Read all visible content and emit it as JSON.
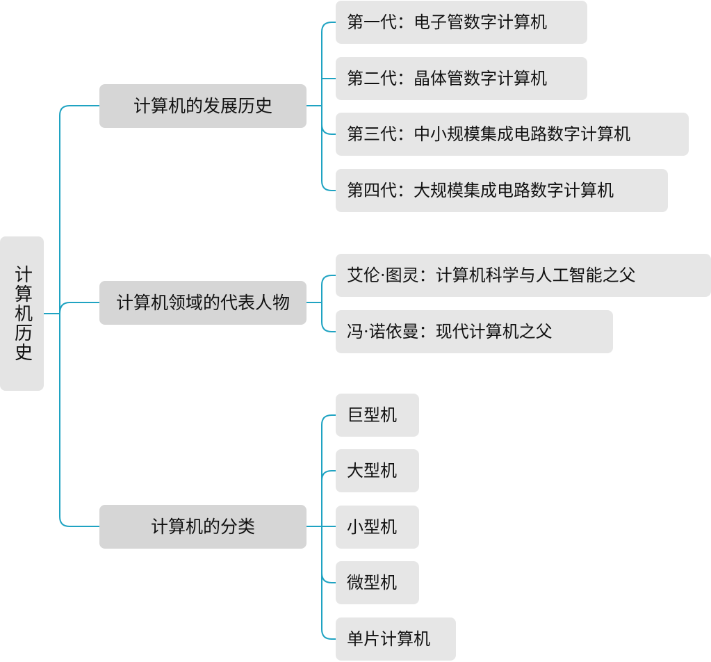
{
  "root": {
    "label": "计算机历史"
  },
  "branches": {
    "history": {
      "label": "计算机的发展历史",
      "items": [
        "第一代：电子管数字计算机",
        "第二代：晶体管数字计算机",
        "第三代：中小规模集成电路数字计算机",
        "第四代：大规模集成电路数字计算机"
      ]
    },
    "people": {
      "label": "计算机领域的代表人物",
      "items": [
        "艾伦·图灵：计算机科学与人工智能之父",
        "冯·诺依曼：现代计算机之父"
      ]
    },
    "classes": {
      "label": "计算机的分类",
      "items": [
        "巨型机",
        "大型机",
        "小型机",
        "微型机",
        "单片计算机"
      ]
    }
  },
  "colors": {
    "connector": "#1fa3c2",
    "node_fill": "#e6e6e6",
    "branch_fill": "#d6d6d6"
  }
}
